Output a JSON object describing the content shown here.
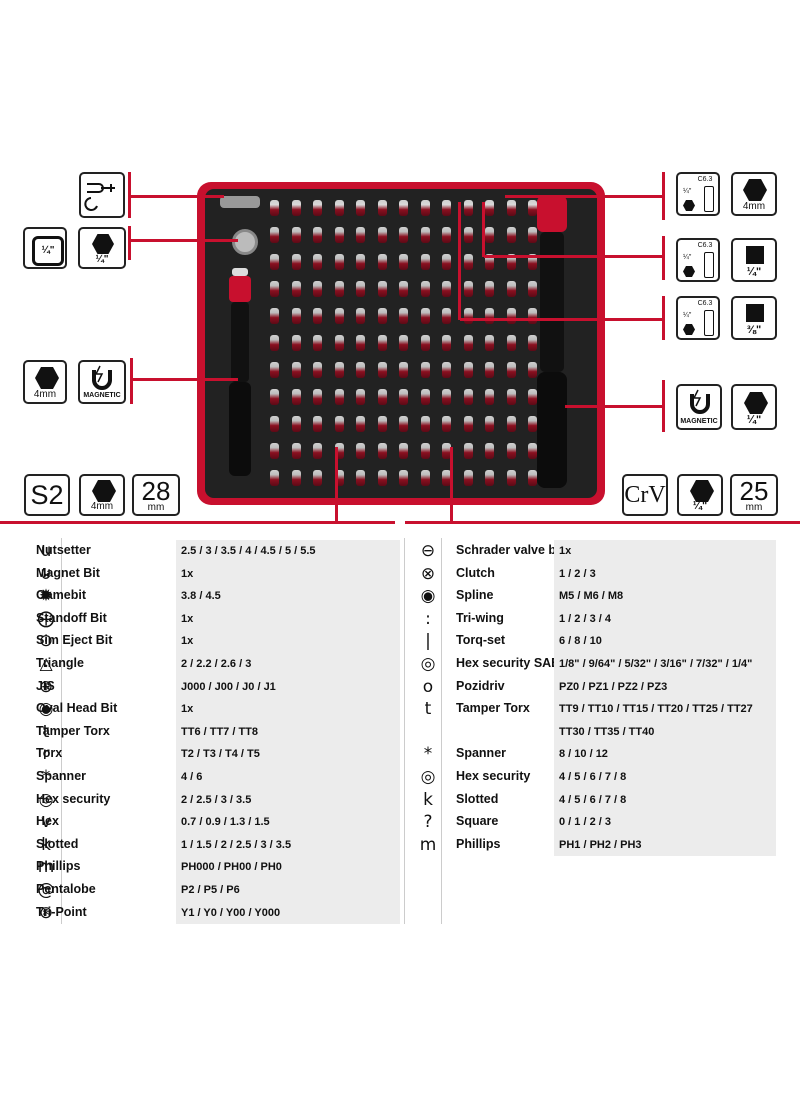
{
  "callouts": {
    "top_left_fork": "",
    "quarter_hex_label": "¼\"",
    "quarter_box_label": "¼\"",
    "hex4mm": "4mm",
    "magnetic": "MAGNETIC",
    "c63": "C6.3",
    "quarter_small": "¼\"",
    "hex_4mm_right": "4mm",
    "square_quarter": "¼\"",
    "square_three_eighths": "⅜\"",
    "magnetic_right": "MAGNETIC",
    "hex_quarter_right": "¼\""
  },
  "specs": {
    "left_material": "S2",
    "left_hex": "4mm",
    "left_len_num": "28",
    "left_len_unit": "mm",
    "right_material": "CrV",
    "right_hex": "¼\"",
    "right_len_num": "25",
    "right_len_unit": "mm"
  },
  "colors": {
    "accent": "#c8102e",
    "tray": "#1e1e1e"
  },
  "left_table": [
    {
      "icon": "u",
      "name": "Nutsetter",
      "value": "2.5 / 3 / 3.5 / 4 / 4.5 /  5 / 5.5"
    },
    {
      "icon": "⊍",
      "name": "Magnet Bit",
      "value": "1x"
    },
    {
      "icon": "✹",
      "name": "Gamebit",
      "value": "3.8 / 4.5"
    },
    {
      "icon": "⨁",
      "name": "Standoff Bit",
      "value": "1x"
    },
    {
      "icon": "⊙",
      "name": "Sim Eject Bit",
      "value": "1x"
    },
    {
      "icon": "◬",
      "name": "Triangle",
      "value": "2 / 2.2 / 2.6 / 3"
    },
    {
      "icon": "⊕",
      "name": "JIS",
      "value": "J000 / J00 / J0 / J1"
    },
    {
      "icon": "◉",
      "name": "Oval Head Bit",
      "value": "1x"
    },
    {
      "icon": "t",
      "name": "Tamper Torx",
      "value": "TT6 / TT7 / TT8"
    },
    {
      "icon": "r",
      "name": "Torx",
      "value": "T2 / T3 / T4 / T5"
    },
    {
      "icon": "*",
      "name": "Spanner",
      "value": "4 / 6"
    },
    {
      "icon": "◎",
      "name": "Hex security",
      "value": "2 / 2.5 / 3 / 3.5"
    },
    {
      "icon": "v",
      "name": "Hex",
      "value": "0.7 / 0.9 / 1.3 / 1.5"
    },
    {
      "icon": "k",
      "name": "Slotted",
      "value": "1 / 1.5 / 2 / 2.5 / 3 / 3.5"
    },
    {
      "icon": "m",
      "name": "Phillips",
      "value": "PH000 / PH00 / PH0"
    },
    {
      "icon": "@",
      "name": "Pentalobe",
      "value": "P2 / P5 / P6"
    },
    {
      "icon": "⊛",
      "name": "Tri-Point",
      "value": "Y1 / Y0 / Y00 / Y000"
    }
  ],
  "right_table": [
    {
      "icon": "⊖",
      "name": "Schrader valve bit",
      "value": "1x"
    },
    {
      "icon": "⊗",
      "name": "Clutch",
      "value": "1 / 2 / 3"
    },
    {
      "icon": "◉",
      "name": "Spline",
      "value": "M5 / M6 / M8"
    },
    {
      "icon": ":",
      "name": "Tri-wing",
      "value": "1 / 2 / 3 / 4"
    },
    {
      "icon": "|",
      "name": "Torq-set",
      "value": "6 / 8 / 10"
    },
    {
      "icon": "◎",
      "name": "Hex security SAE",
      "value": "1/8\" / 9/64\" / 5/32\" / 3/16\" / 7/32\" / 1/4\""
    },
    {
      "icon": "o",
      "name": "Pozidriv",
      "value": "PZ0 / PZ1 / PZ2 / PZ3"
    },
    {
      "icon": "t",
      "name": "Tamper Torx",
      "value": "TT9 / TT10 / TT15 / TT20 / TT25 / TT27"
    },
    {
      "icon": "",
      "name": "",
      "value": "TT30 / TT35 / TT40"
    },
    {
      "icon": "*",
      "name": "Spanner",
      "value": "8 / 10 / 12"
    },
    {
      "icon": "◎",
      "name": "Hex security",
      "value": "4 / 5 / 6 / 7 / 8"
    },
    {
      "icon": "k",
      "name": "Slotted",
      "value": "4 / 5 / 6 / 7 / 8"
    },
    {
      "icon": "?",
      "name": "Square",
      "value": "0 / 1 / 2 / 3"
    },
    {
      "icon": "m",
      "name": "Phillips",
      "value": "PH1 / PH2 / PH3"
    }
  ]
}
